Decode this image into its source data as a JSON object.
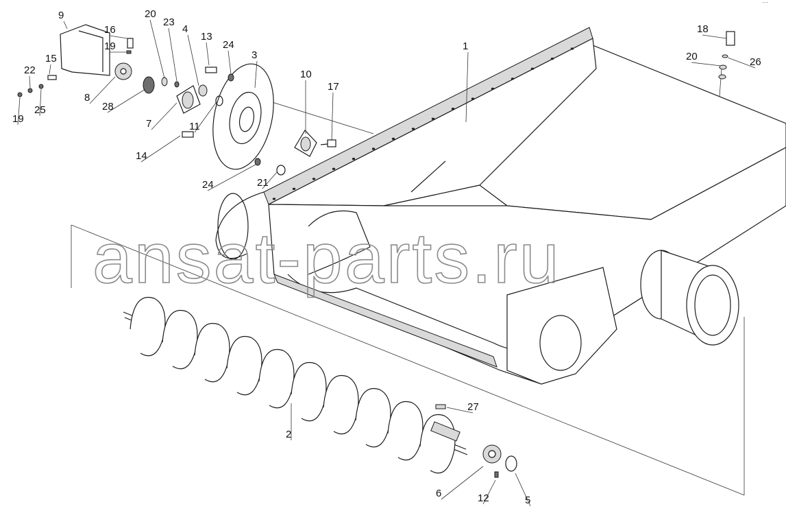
{
  "diagram": {
    "watermark": "ansat-parts.ru",
    "corner_mark": "⁻⁻",
    "callouts": [
      {
        "id": "c1",
        "text": "1"
      },
      {
        "id": "c2",
        "text": "2"
      },
      {
        "id": "c3",
        "text": "3"
      },
      {
        "id": "c4",
        "text": "4"
      },
      {
        "id": "c5",
        "text": "5"
      },
      {
        "id": "c6",
        "text": "6"
      },
      {
        "id": "c7",
        "text": "7"
      },
      {
        "id": "c8",
        "text": "8"
      },
      {
        "id": "c9",
        "text": "9"
      },
      {
        "id": "c10",
        "text": "10"
      },
      {
        "id": "c11",
        "text": "11"
      },
      {
        "id": "c12",
        "text": "12"
      },
      {
        "id": "c13",
        "text": "13"
      },
      {
        "id": "c14",
        "text": "14"
      },
      {
        "id": "c15",
        "text": "15"
      },
      {
        "id": "c16",
        "text": "16"
      },
      {
        "id": "c17",
        "text": "17"
      },
      {
        "id": "c18",
        "text": "18"
      },
      {
        "id": "c19a",
        "text": "19"
      },
      {
        "id": "c19b",
        "text": "19"
      },
      {
        "id": "c20a",
        "text": "20"
      },
      {
        "id": "c20b",
        "text": "20"
      },
      {
        "id": "c21",
        "text": "21"
      },
      {
        "id": "c22",
        "text": "22"
      },
      {
        "id": "c23",
        "text": "23"
      },
      {
        "id": "c24a",
        "text": "24"
      },
      {
        "id": "c24b",
        "text": "24"
      },
      {
        "id": "c25",
        "text": "25"
      },
      {
        "id": "c26",
        "text": "26"
      },
      {
        "id": "c27",
        "text": "27"
      },
      {
        "id": "c28",
        "text": "28"
      }
    ]
  }
}
